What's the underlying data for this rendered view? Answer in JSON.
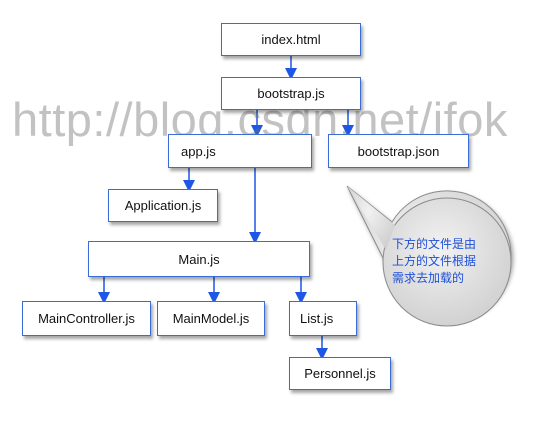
{
  "nodes": {
    "index": "index.html",
    "bootstrap": "bootstrap.js",
    "app": "app.js",
    "bootstrap_json": "bootstrap.json",
    "application": "Application.js",
    "main": "Main.js",
    "main_controller": "MainController.js",
    "main_model": "MainModel.js",
    "list": "List.js",
    "personnel": "Personnel.js"
  },
  "watermark": "http://blog.csdn.net/jfok",
  "callout": {
    "lines": [
      "下方的文件是由",
      "上方的文件根据",
      "需求去加载的"
    ]
  },
  "colors": {
    "box_border": "#3a6cd9",
    "arrow": "#1e56e6",
    "callout_fill": "#e3e3e3",
    "callout_text": "#1e4fd8"
  }
}
